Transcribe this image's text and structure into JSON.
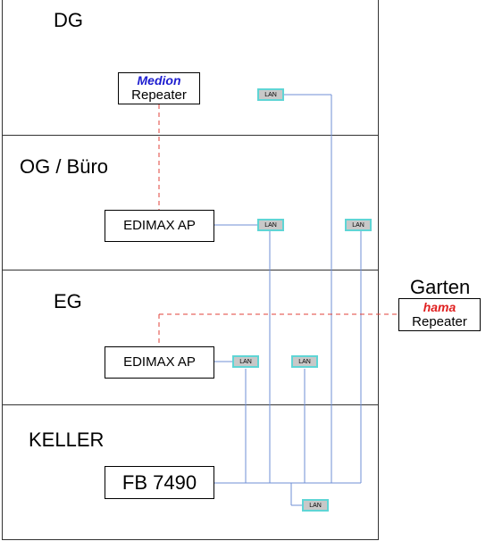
{
  "floors": {
    "dg": "DG",
    "og": "OG / Büro",
    "eg": "EG",
    "keller": "KELLER"
  },
  "devices": {
    "medion_brand": "Medion",
    "medion_label": "Repeater",
    "edimax_og": "EDIMAX AP",
    "edimax_eg": "EDIMAX AP",
    "fritzbox": "FB 7490",
    "garten_title": "Garten",
    "hama_brand": "hama",
    "hama_label": "Repeater"
  },
  "lan_label": "LAN",
  "colors": {
    "lan_line": "#6f8fd6",
    "wifi_link": "#e0413a",
    "medion_brand": "#1c1ccf",
    "hama_brand": "#e02020",
    "lan_fill": "#c8c8c8",
    "lan_border": "#5fd5d5"
  }
}
